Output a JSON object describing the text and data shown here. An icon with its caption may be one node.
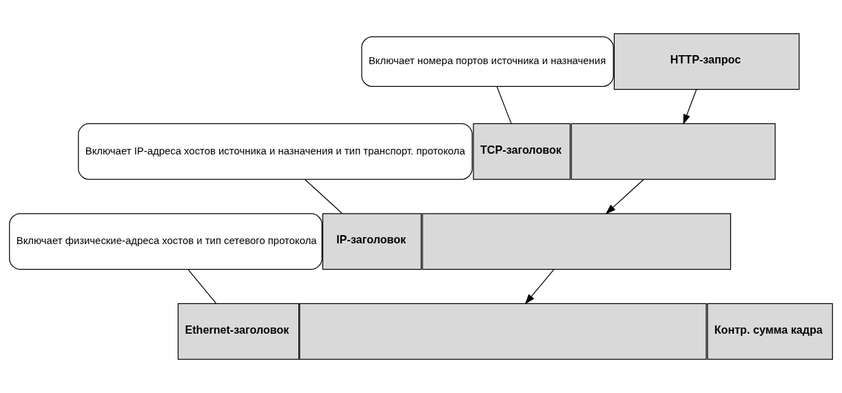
{
  "diagram": {
    "nodes": [
      {
        "text": [
          "Включает номера портов источника и назначения"
        ]
      },
      {
        "text": [
          "HTTP-запрос"
        ]
      },
      {
        "text": [
          "Включает IP-адреса хостов источника и назначения и тип транспорт. протокола"
        ]
      },
      {
        "text": [
          "TCP-заголовок"
        ]
      },
      {
        "text": [],
        "shape": "box"
      },
      {
        "text": [
          "Включает физические-адреса хостов и тип сетевого протокола"
        ]
      },
      {
        "text": [
          "IP-заголовок"
        ]
      },
      {
        "text": [],
        "shape": "box"
      },
      {
        "text": [
          "Ethernet-заголовок"
        ]
      },
      {
        "text": [],
        "shape": "box"
      },
      {
        "text": [
          "Контр. сумма кадра"
        ]
      }
    ],
    "edges": [
      {
        "from": 1,
        "to": 4,
        "arrow": "to"
      },
      {
        "from": 4,
        "to": 7,
        "arrow": "to"
      },
      {
        "from": 7,
        "to": 9,
        "arrow": "to"
      },
      {
        "from": 0,
        "to": 3,
        "arrow": "none"
      },
      {
        "from": 2,
        "to": 6,
        "arrow": "none"
      },
      {
        "from": 5,
        "to": 8,
        "arrow": "none"
      }
    ]
  }
}
